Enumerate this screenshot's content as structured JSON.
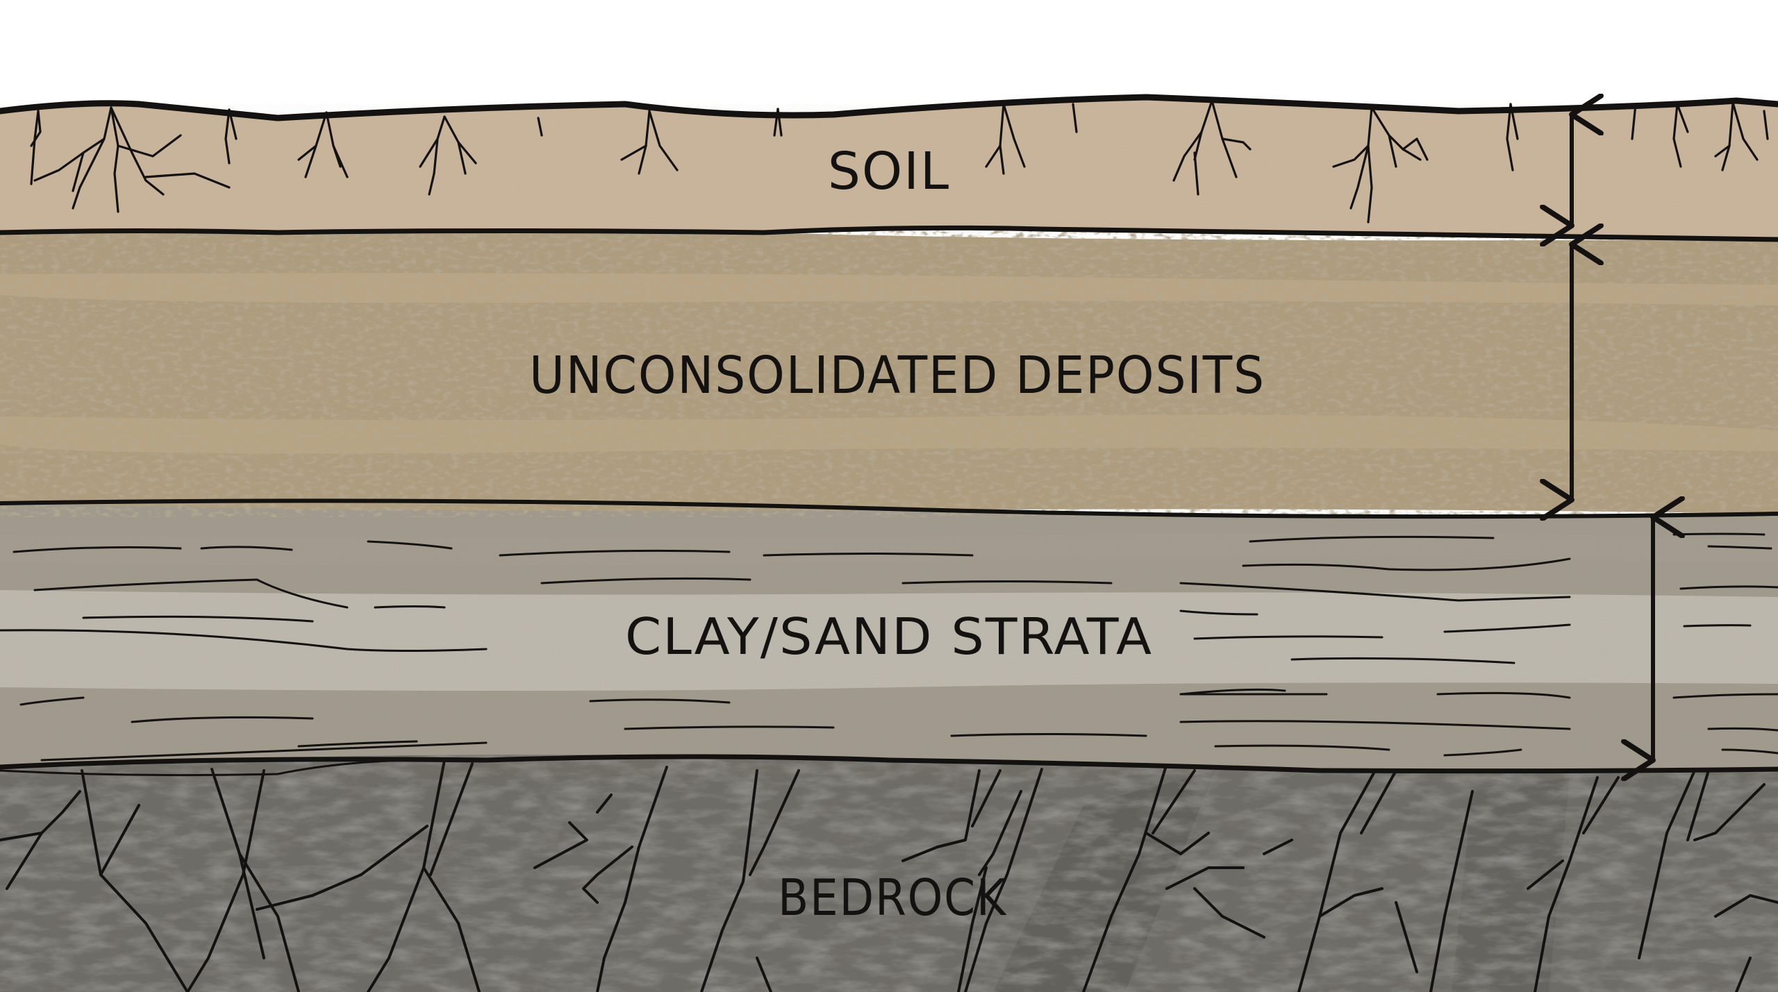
{
  "diagram": {
    "type": "geologic-cross-section",
    "layers": [
      {
        "id": "soil",
        "label": "SOIL",
        "color": "#C9B49C"
      },
      {
        "id": "deposits",
        "label": "UNCONSOLIDATED DEPOSITS",
        "color": "#AE9C7E"
      },
      {
        "id": "clay",
        "label": "CLAY/SAND STRATA",
        "color": "#ACA69A"
      },
      {
        "id": "bedrock",
        "label": "BEDROCK",
        "color": "#6E6C66"
      }
    ],
    "thickness_indicators": [
      {
        "layer": "soil",
        "icon": "double-headed-arrow"
      },
      {
        "layer": "deposits",
        "icon": "double-headed-arrow"
      },
      {
        "layer": "clay",
        "icon": "double-headed-arrow"
      }
    ],
    "colors": {
      "sky": "#FFFFFF",
      "outline": "#141210",
      "soil": "#C9B49C",
      "deposits": "#AE9C7E",
      "deposits_dark": "#8A7A60",
      "deposits_light": "#BBA888",
      "clay_dark": "#A09A8E",
      "clay_light": "#BDB8AE",
      "bedrock": "#6E6C66",
      "bedrock_dark": "#5E5C57"
    }
  }
}
